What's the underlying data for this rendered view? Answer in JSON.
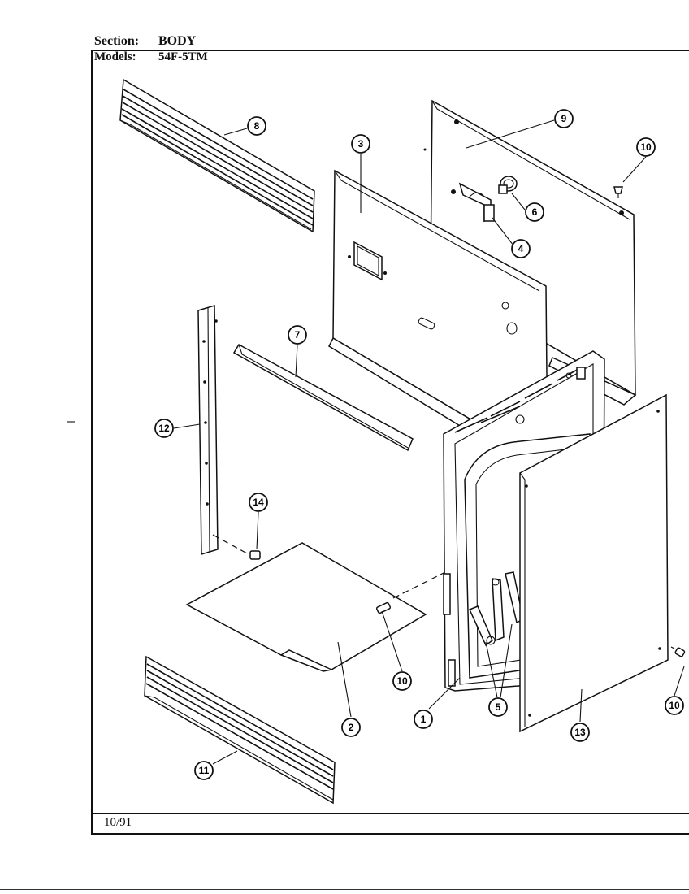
{
  "header": {
    "section_label": "Section:",
    "section_value": "BODY",
    "models_label": "Models:",
    "models_value": "54F-5TM"
  },
  "footer": {
    "date": "10/91"
  },
  "callouts": {
    "c1": "1",
    "c2": "2",
    "c3": "3",
    "c4": "4",
    "c5": "5",
    "c6": "6",
    "c7": "7",
    "c8": "8",
    "c9": "9",
    "c10a": "10",
    "c10b": "10",
    "c10c": "10",
    "c11": "11",
    "c12": "12",
    "c13": "13",
    "c14": "14"
  }
}
